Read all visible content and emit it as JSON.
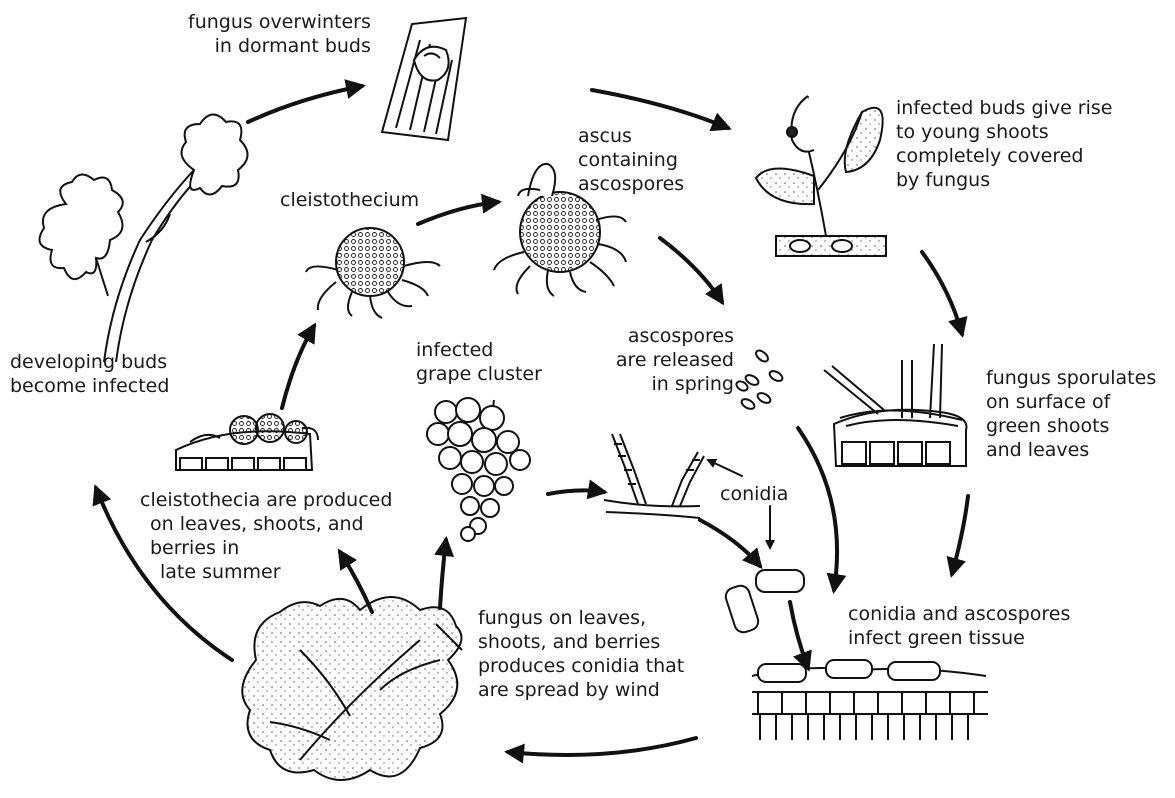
{
  "labels": {
    "overwinter": [
      "fungus overwinters",
      "in dormant buds"
    ],
    "infected_buds": [
      "infected buds give rise",
      "to young shoots",
      "completely covered",
      "by fungus"
    ],
    "ascus": [
      "ascus",
      "containing",
      "ascospores"
    ],
    "cleistothecium": [
      "cleistothecium"
    ],
    "developing_buds": [
      "developing buds",
      "become infected"
    ],
    "grape_cluster": [
      "infected",
      "grape cluster"
    ],
    "ascospores_released": [
      "ascospores",
      "are released",
      "in spring"
    ],
    "sporulates": [
      "fungus sporulates",
      "on surface of",
      "green shoots",
      "and leaves"
    ],
    "conidia": [
      "conidia"
    ],
    "cleistothecia_produced": [
      "cleistothecia are produced",
      "on leaves, shoots, and",
      "berries in",
      "late summer"
    ],
    "infect_tissue": [
      "conidia and ascospores",
      "infect green tissue"
    ],
    "spread_wind": [
      "fungus on leaves,",
      "shoots, and berries",
      "produces conidia that",
      "are spread by wind"
    ]
  }
}
